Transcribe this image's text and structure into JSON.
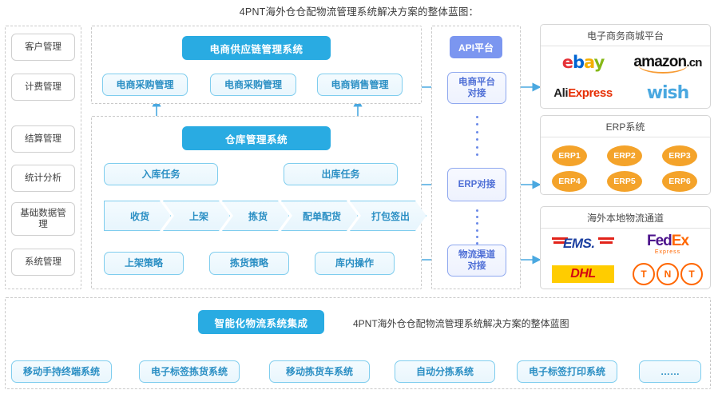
{
  "title": "4PNT海外仓仓配物流管理系统解决方案的整体蓝图：",
  "sidebar": {
    "items": [
      {
        "label": "客户管理"
      },
      {
        "label": "计费管理"
      },
      {
        "label": "结算管理"
      },
      {
        "label": "统计分析"
      },
      {
        "label": "基础数据管理"
      },
      {
        "label": "系统管理"
      }
    ]
  },
  "supply_chain": {
    "header": "电商供应链管理系统",
    "modules": [
      {
        "label": "电商采购管理"
      },
      {
        "label": "电商采购管理"
      },
      {
        "label": "电商销售管理"
      }
    ]
  },
  "warehouse": {
    "header": "仓库管理系统",
    "tasks": [
      {
        "label": "入库任务"
      },
      {
        "label": "出库任务"
      }
    ],
    "process": [
      {
        "label": "收货"
      },
      {
        "label": "上架"
      },
      {
        "label": "拣货"
      },
      {
        "label": "配单配货"
      },
      {
        "label": "打包签出"
      }
    ],
    "strategies": [
      {
        "label": "上架策略"
      },
      {
        "label": "拣货策略"
      },
      {
        "label": "库内操作"
      }
    ]
  },
  "api": {
    "header": "API平台",
    "connectors": [
      {
        "label": "电商平台对接"
      },
      {
        "label": "ERP对接"
      },
      {
        "label": "物流渠道对接"
      }
    ]
  },
  "right_panels": [
    {
      "title": "电子商务商城平台",
      "logos": [
        "ebay",
        "amazon.cn",
        "AliExpress",
        "wish"
      ]
    },
    {
      "title": "ERP系统",
      "items": [
        "ERP1",
        "ERP2",
        "ERP3",
        "ERP4",
        "ERP5",
        "ERP6"
      ]
    },
    {
      "title": "海外本地物流通道",
      "logos": [
        "EMS",
        "FedEx Express",
        "DHL",
        "TNT"
      ]
    }
  ],
  "bottom": {
    "header": "智能化物流系统集成",
    "title": "4PNT海外仓仓配物流管理系统解决方案的整体蓝图",
    "items": [
      {
        "label": "移动手持终端系统"
      },
      {
        "label": "电子标签拣货系统"
      },
      {
        "label": "移动拣货车系统"
      },
      {
        "label": "自动分拣系统"
      },
      {
        "label": "电子标签打印系统"
      },
      {
        "label": "……"
      }
    ]
  },
  "logo_text": {
    "ebay": {
      "e": "e",
      "b": "b",
      "a": "a",
      "y": "y"
    },
    "amazon": {
      "word": "amazon",
      "tld": ".cn"
    },
    "aliexpress": {
      "ali": "Ali",
      "express": "Express"
    },
    "wish": "wish",
    "ems": "EMS.",
    "fedex": {
      "fed": "Fed",
      "ex": "Ex",
      "sub": "Express"
    },
    "dhl": "DHL",
    "tnt": [
      "T",
      "N",
      "T"
    ]
  },
  "colors": {
    "header_blue": "#29abe2",
    "api_violet": "#7b96f0",
    "box_border": "#7fcdee",
    "box_text": "#2b8fc4",
    "erp_orange": "#f4a32a",
    "panel_border": "#d5d5d5"
  }
}
